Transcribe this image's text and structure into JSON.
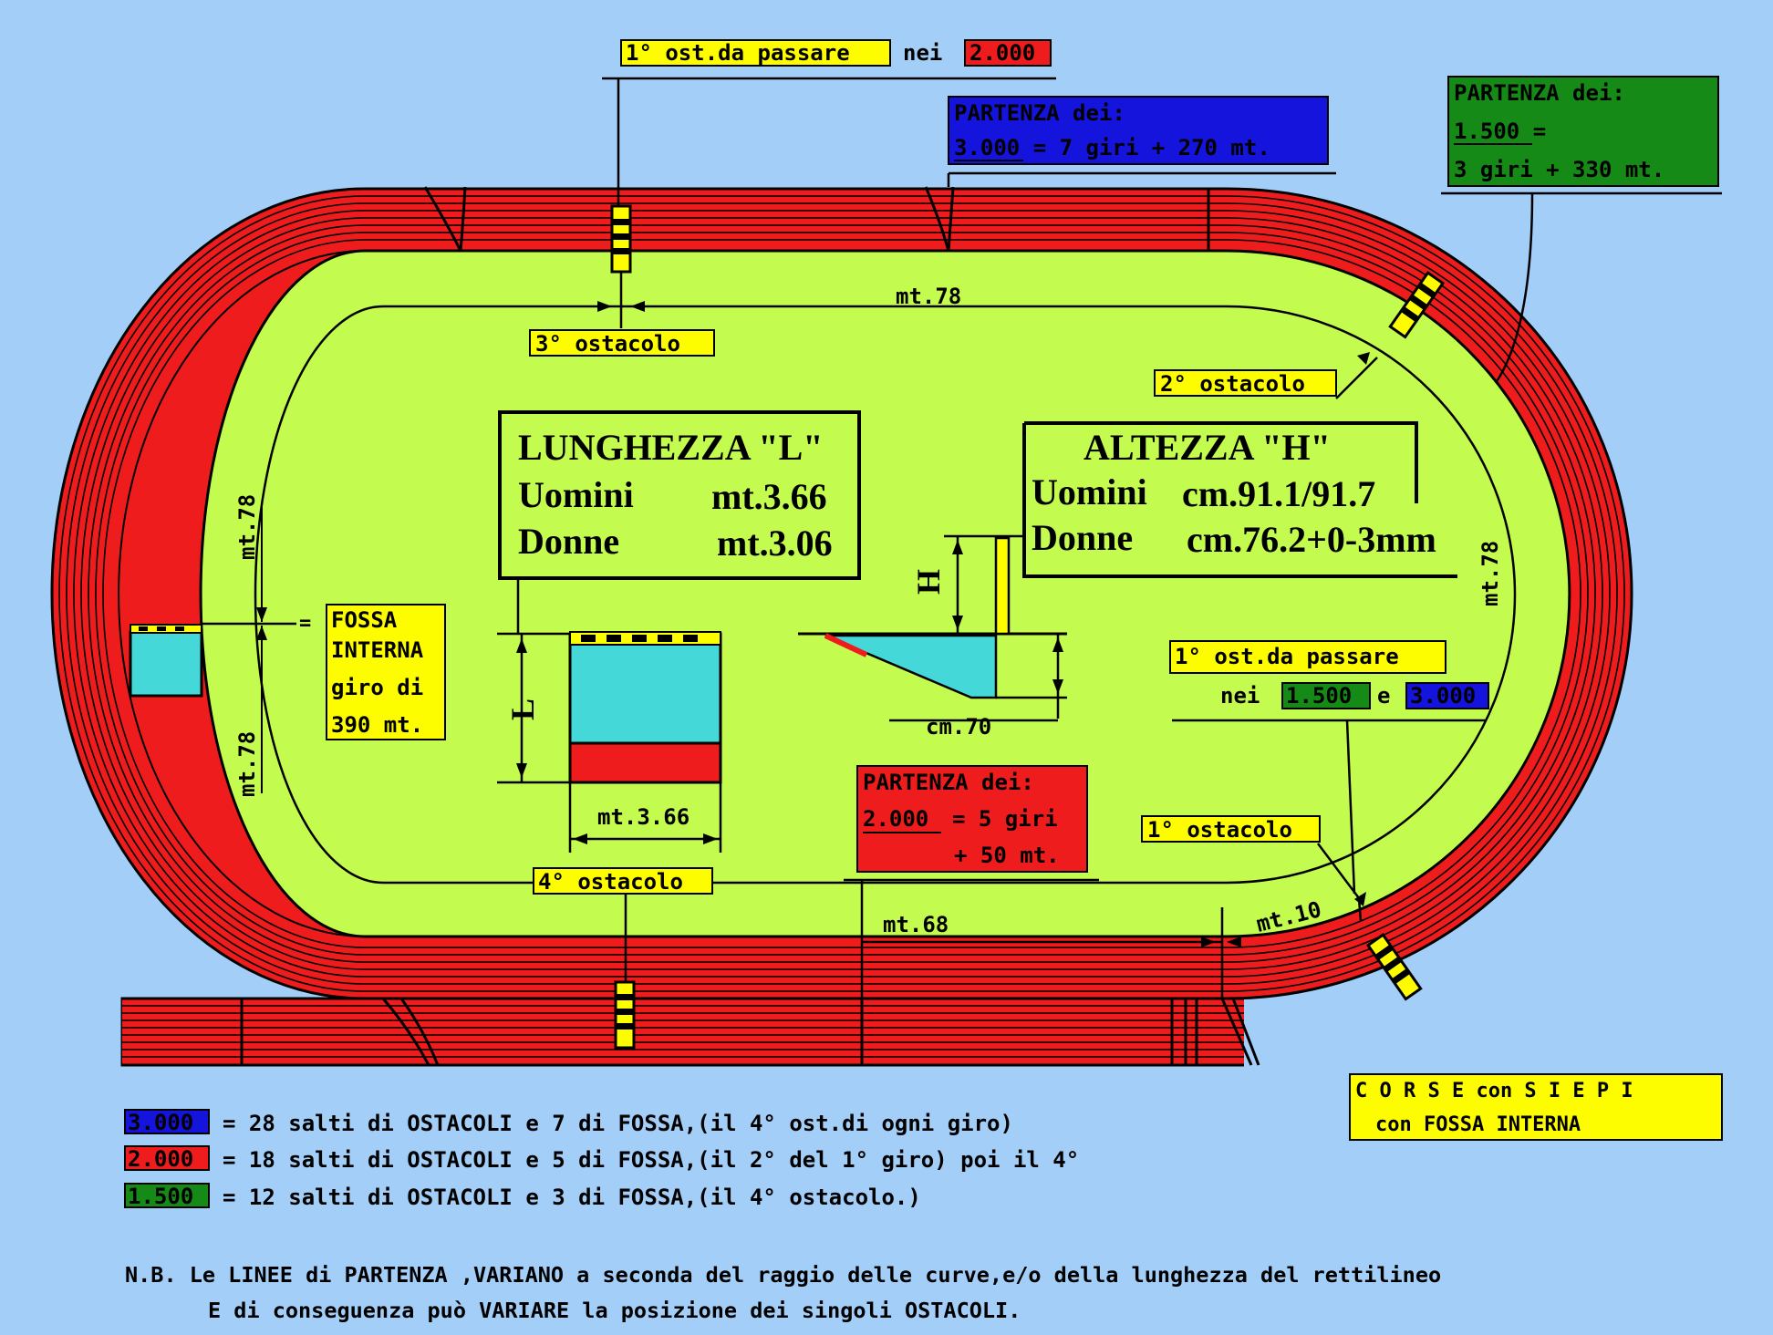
{
  "colors": {
    "background": "#a3cef7",
    "field": "#c3fb4f",
    "track": "#ee1c1c",
    "water": "#44d8d8",
    "yellow_tag": "#fdfd00",
    "blue_tag": "#1414dc",
    "red_tag": "#ee1c1c",
    "green_tag": "#168a16",
    "ink": "#000000"
  },
  "labels": {
    "first_obstacle_2000_prefix": "1° ost.da passare",
    "first_obstacle_2000_nei": "nei",
    "first_obstacle_2000_value": "2.000",
    "start_3000_title": "PARTENZA dei:",
    "start_3000_value": "3.000 = 7 giri + 270 mt.",
    "start_1500_title": "PARTENZA dei:",
    "start_1500_line1": "1.500 =",
    "start_1500_line2": "3 giri + 330 mt.",
    "third_obstacle": "3° ostacolo",
    "second_obstacle": "2° ostacolo",
    "fourth_obstacle": "4° ostacolo",
    "first_obstacle": "1° ostacolo",
    "dist_top": "mt.78",
    "dist_left_upper": "mt.78",
    "dist_left_lower": "mt.78",
    "dist_right": "mt.78",
    "dist_bottom": "mt.68",
    "dist_small": "mt.10",
    "pit_equals": "=",
    "pit_line1": "FOSSA",
    "pit_line2": "INTERNA",
    "pit_line3": "giro di",
    "pit_line4": "390 mt.",
    "length_title": "LUNGHEZZA \"L\"",
    "length_men_label": "Uomini",
    "length_men_value": "mt.3.66",
    "length_women_label": "Donne",
    "length_women_value": "mt.3.06",
    "height_title": "ALTEZZA  \"H\"",
    "height_men_label": "Uomini",
    "height_men_value": "cm.91.1/91.7",
    "height_women_label": "Donne",
    "height_women_value": "cm.76.2+0-3mm",
    "L_letter": "L",
    "H_letter": "H",
    "pit_width": "mt.3.66",
    "pit_depth": "cm.70",
    "first_obstacle_1500_prefix": "1° ost.da passare",
    "first_obstacle_1500_nei": "nei",
    "first_obstacle_1500_v1": "1.500",
    "first_obstacle_1500_e": "e",
    "first_obstacle_1500_v2": "3.000",
    "start_2000_title": "PARTENZA dei:",
    "start_2000_line1_value": "2.000",
    "start_2000_line1_rest": "= 5 giri",
    "start_2000_line2": "+ 50 mt.",
    "title_line1": "C O R S E con S I E P I",
    "title_line2": "con FOSSA INTERNA"
  },
  "legend": [
    {
      "tag": "3.000",
      "text": "= 28 salti di OSTACOLI e 7 di FOSSA,(il 4° ost.di ogni giro)"
    },
    {
      "tag": "2.000",
      "text": "= 18 salti di OSTACOLI e 5 di FOSSA,(il 2° del 1° giro) poi il 4°"
    },
    {
      "tag": "1.500",
      "text": "= 12 salti di OSTACOLI e 3 di FOSSA,(il 4° ostacolo.)"
    }
  ],
  "notes": {
    "line1": "N.B. Le LINEE di PARTENZA ,VARIANO a seconda del raggio delle curve,e/o della lunghezza del rettilineo",
    "line2": "E di conseguenza può VARIARE la posizione dei singoli OSTACOLI."
  }
}
